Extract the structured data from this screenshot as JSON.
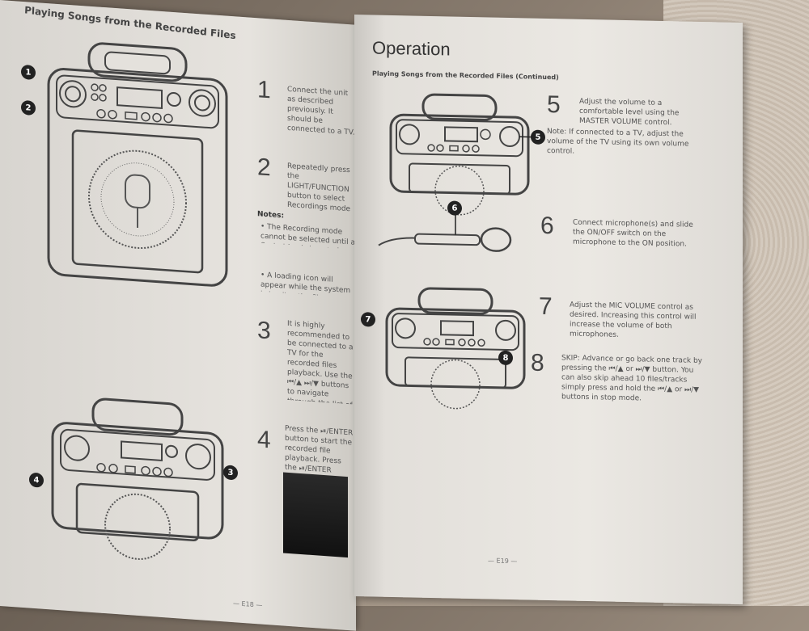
{
  "left": {
    "header": "Playing Songs from the Recorded Files",
    "steps": [
      {
        "num": "1",
        "text": "Connect the unit as described previously. It should be connected to a TV. Press the ⏻ button to turn the unit on."
      },
      {
        "num": "2",
        "text": "Repeatedly press the LIGHT/FUNCTION button to select Recordings mode \"REC\" will show in the display."
      },
      {
        "num": "3",
        "text": "It is highly recommended to be connected to a TV for the recorded files playback. Use the ⏮/▲ ⏭/▼ buttons to navigate through the list of recorded files that you have previously recorded on the USB."
      },
      {
        "num": "4",
        "text": "Press the ⏯/ENTER button to start the recorded file playback. Press the ⏯/ENTER button during playback to pause the file."
      }
    ],
    "notes_heading": "Notes:",
    "notes": [
      "• The Recording mode cannot be selected until a flash drive is inserted.",
      "• A loading icon will appear while the system is loading the files."
    ],
    "callouts": [
      "1",
      "2",
      "3",
      "4"
    ],
    "page_number": "— E18 —"
  },
  "right": {
    "title": "Operation",
    "subtitle": "Playing Songs from the Recorded Files (Continued)",
    "steps": [
      {
        "num": "5",
        "text": "Adjust the volume to a comfortable level using the MASTER VOLUME control."
      },
      {
        "num": "6",
        "text": "Connect microphone(s) and slide the ON/OFF switch on the microphone to the ON position."
      },
      {
        "num": "7",
        "text": "Adjust the MIC VOLUME control as desired. Increasing this control will increase the volume of both microphones."
      },
      {
        "num": "8",
        "text": "SKIP: Advance or go back one track by pressing the ⏮/▲ or ⏭/▼ button. You can also skip ahead 10 files/tracks simply press and hold the ⏮/▲ or ⏭/▼ buttons in stop mode."
      }
    ],
    "note5": "Note: If connected to a TV, adjust the volume of the TV using its own volume control.",
    "callouts": [
      "5",
      "6",
      "7",
      "8"
    ],
    "page_number": "— E19 —"
  }
}
